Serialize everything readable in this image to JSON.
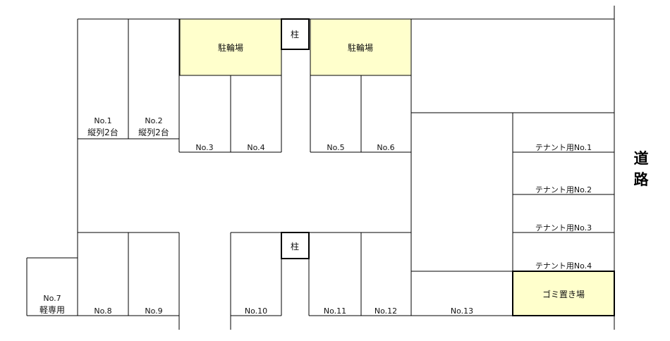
{
  "colors": {
    "highlight": "#FFFFCC",
    "line": "#000000",
    "background": "#FFFFFF"
  },
  "labels": {
    "bicycle_left": "駐輪場",
    "bicycle_right": "駐輪場",
    "pillar_top": "柱",
    "pillar_bottom": "柱",
    "road_1": "道",
    "road_2": "路",
    "spaces": {
      "no1_a": "No.1",
      "no1_b": "縦列2台",
      "no2_a": "No.2",
      "no2_b": "縦列2台",
      "no3": "No.3",
      "no4": "No.4",
      "no5": "No.5",
      "no6": "No.6",
      "no7_a": "No.7",
      "no7_b": "軽専用",
      "no8": "No.8",
      "no9": "No.9",
      "no10": "No.10",
      "no11": "No.11",
      "no12": "No.12",
      "no13": "No.13"
    },
    "tenant": {
      "t1": "テナント用No.1",
      "t2": "テナント用No.2",
      "t3": "テナント用No.3",
      "t4": "テナント用No.4"
    },
    "garbage": "ゴミ置き場"
  }
}
